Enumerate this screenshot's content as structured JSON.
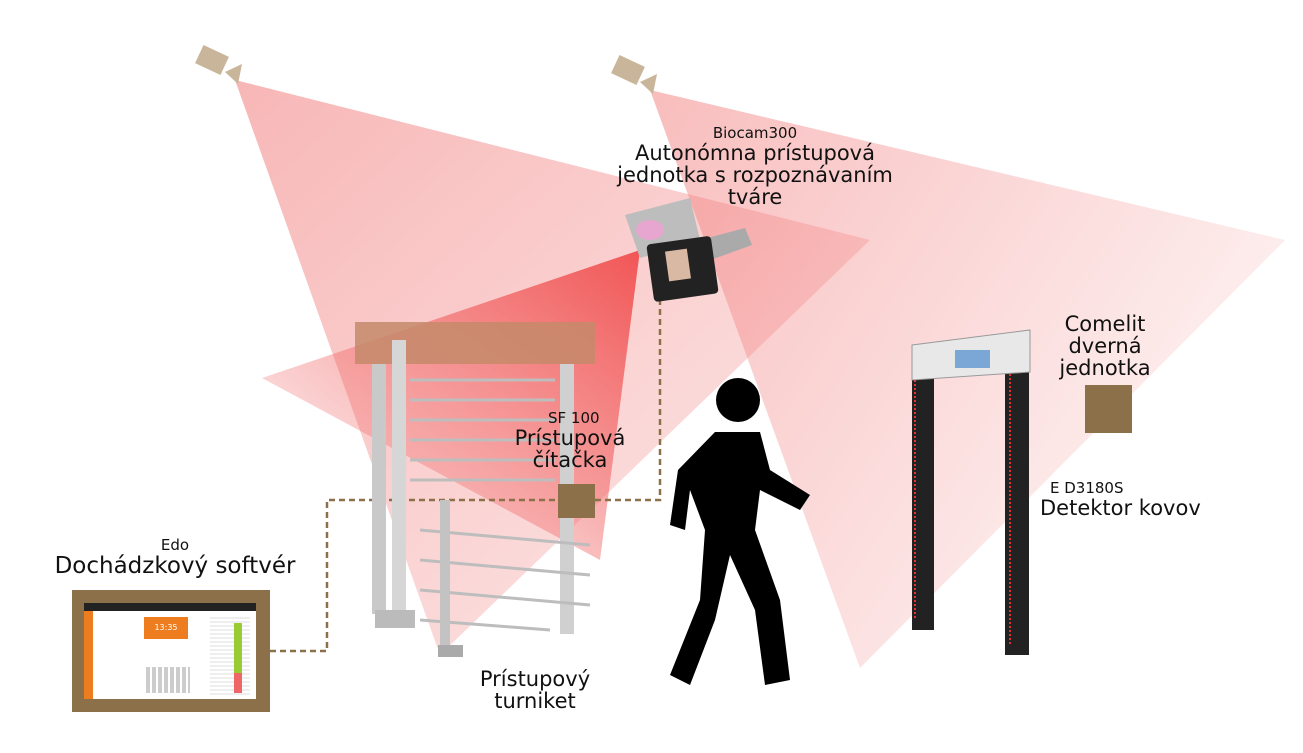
{
  "colors": {
    "beam": "#f06a6a",
    "accent": "#8b7049",
    "person": "#000000",
    "software_accent": "#ee7d1f"
  },
  "biocam": {
    "model": "Biocam300",
    "line1": "Autonómna prístupová",
    "line2": "jednotka s rozpoznávaním",
    "line3": "tváre"
  },
  "comelit": {
    "line1": "Comelit",
    "line2": "dverná",
    "line3": "jednotka"
  },
  "detector": {
    "model": "E D3180S",
    "name": "Detektor kovov"
  },
  "reader": {
    "model": "SF 100",
    "line1": "Prístupová",
    "line2": "čítačka"
  },
  "software": {
    "model": "Edo",
    "name": "Dochádzkový softvér",
    "clock": "13:35"
  },
  "turnstile": {
    "line1": "Prístupový",
    "line2": "turniket"
  }
}
